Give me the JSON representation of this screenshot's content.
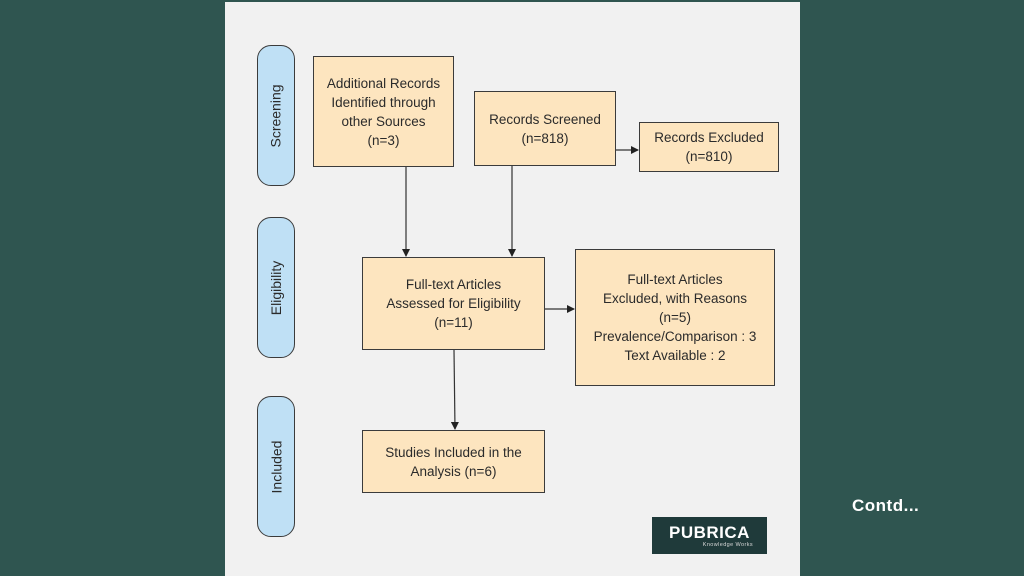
{
  "stages": {
    "screening": "Screening",
    "eligibility": "Eligibility",
    "included": "Included"
  },
  "boxes": {
    "additional_records": [
      "Additional Records",
      "Identified through",
      "other Sources",
      "(n=3)"
    ],
    "records_screened": [
      "Records Screened",
      "(n=818)"
    ],
    "records_excluded": [
      "Records Excluded",
      "(n=810)"
    ],
    "fulltext_assessed": [
      "Full-text Articles",
      "Assessed for Eligibility",
      "(n=11)"
    ],
    "fulltext_excluded": [
      "Full-text Articles",
      "Excluded, with Reasons",
      "(n=5)",
      "Prevalence/Comparison : 3",
      "Text Available : 2"
    ],
    "studies_included": [
      "Studies Included in the",
      "Analysis (n=6)"
    ]
  },
  "logo": {
    "brand": "PUBRICA",
    "tagline": "Knowledge Works"
  },
  "footer": {
    "contd": "Contd..."
  },
  "colors": {
    "background": "#2f5550",
    "panel": "#f1f1f1",
    "box_fill": "#fde5bf",
    "stage_fill": "#bfe0f5",
    "logo_bg": "#1f3a3a"
  }
}
